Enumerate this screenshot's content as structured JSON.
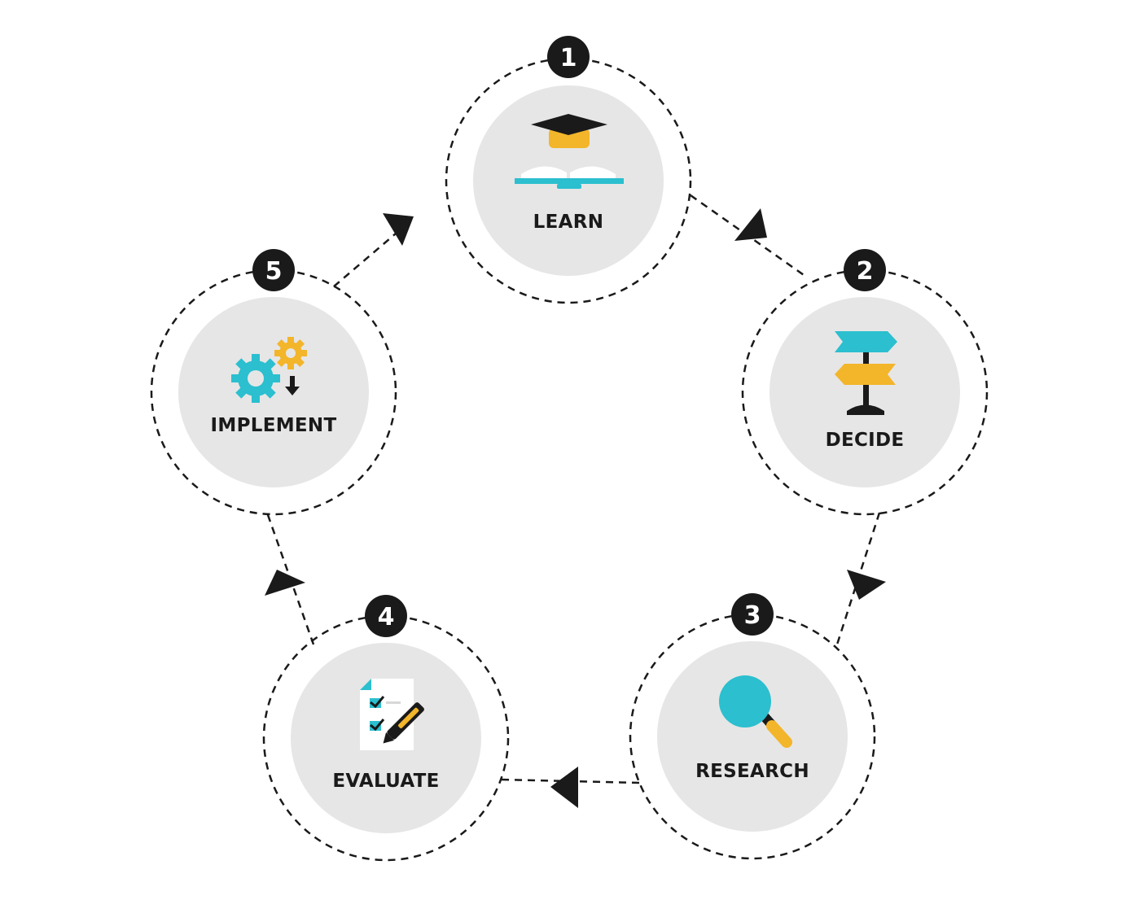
{
  "steps": [
    {
      "number": "1",
      "label": "LEARN",
      "icon": "graduation-cap-book-icon"
    },
    {
      "number": "2",
      "label": "DECIDE",
      "icon": "signpost-icon"
    },
    {
      "number": "3",
      "label": "RESEARCH",
      "icon": "magnifying-glass-icon"
    },
    {
      "number": "4",
      "label": "EVALUATE",
      "icon": "checklist-pen-icon"
    },
    {
      "number": "5",
      "label": "IMPLEMENT",
      "icon": "gears-icon"
    }
  ],
  "colors": {
    "teal": "#2bbfcf",
    "yellow": "#f3b52a",
    "dark": "#1a1a1a",
    "circle_fill": "#e6e6e6",
    "dash": "#1a1a1a"
  }
}
